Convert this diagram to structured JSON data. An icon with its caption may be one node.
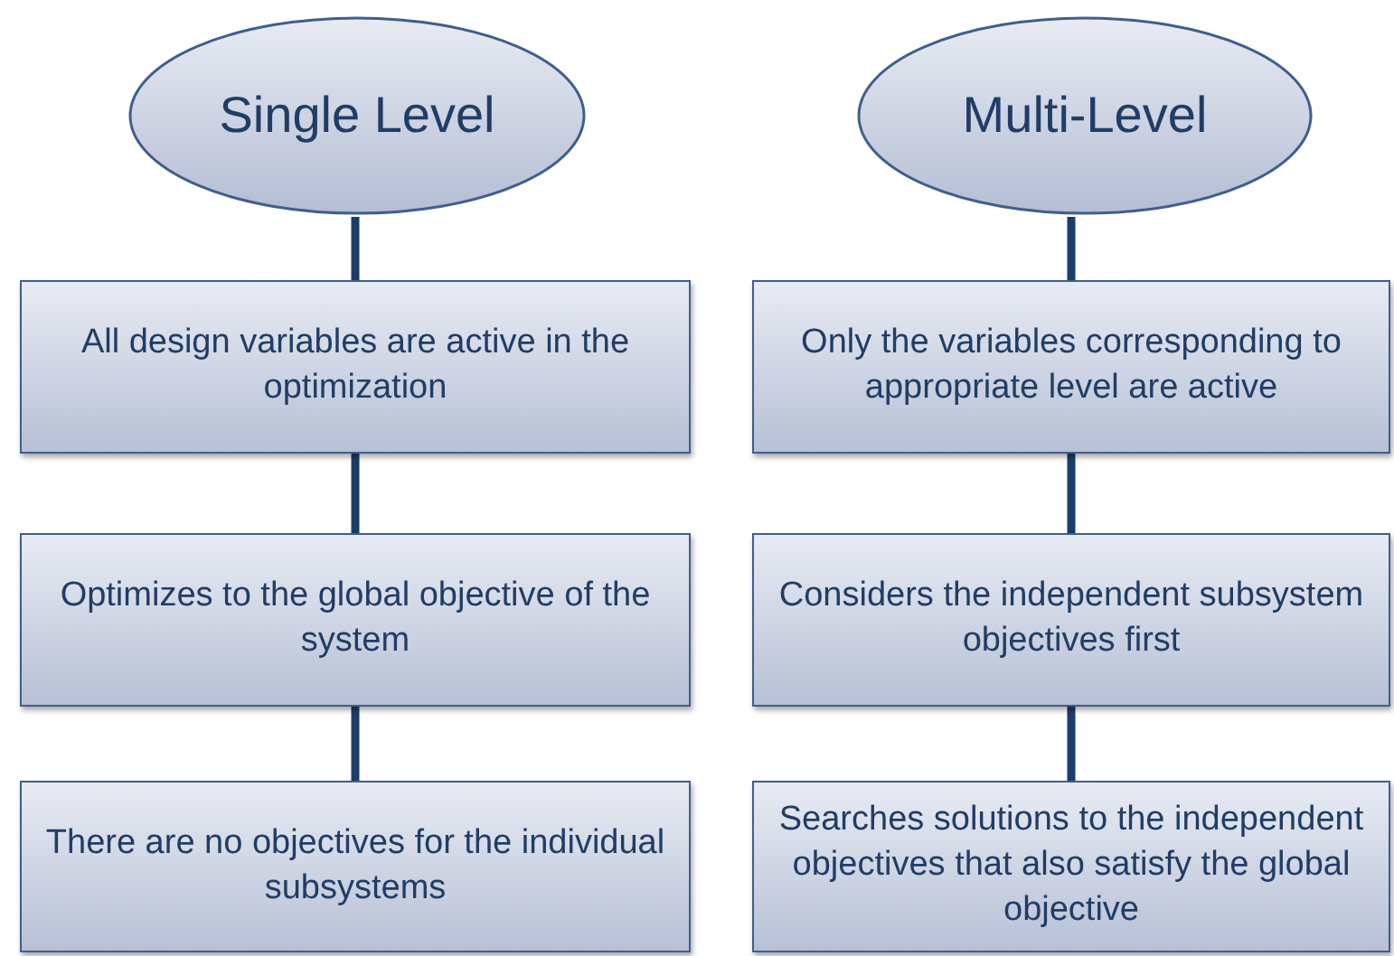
{
  "diagram": {
    "nodes": [
      {
        "text": [
          "Single Level"
        ]
      },
      {
        "text": [
          "Multi-Level"
        ]
      },
      {
        "text": [
          "All design variables are active in the optimization"
        ]
      },
      {
        "text": [
          "Only the variables corresponding to appropriate level are active"
        ]
      },
      {
        "text": [
          "Optimizes to the global objective of the system"
        ]
      },
      {
        "text": [
          "Considers the independent subsystem objectives first"
        ]
      },
      {
        "text": [
          "There are no objectives for the individual subsystems"
        ]
      },
      {
        "text": [
          "Searches solutions to the independent objectives that also satisfy the global objective"
        ]
      }
    ],
    "edges": [
      {
        "from": 0,
        "to": 2,
        "arrow": "none"
      },
      {
        "from": 2,
        "to": 4,
        "arrow": "none"
      },
      {
        "from": 4,
        "to": 6,
        "arrow": "none"
      },
      {
        "from": 1,
        "to": 3,
        "arrow": "none"
      },
      {
        "from": 3,
        "to": 5,
        "arrow": "none"
      },
      {
        "from": 5,
        "to": 7,
        "arrow": "none"
      }
    ]
  }
}
